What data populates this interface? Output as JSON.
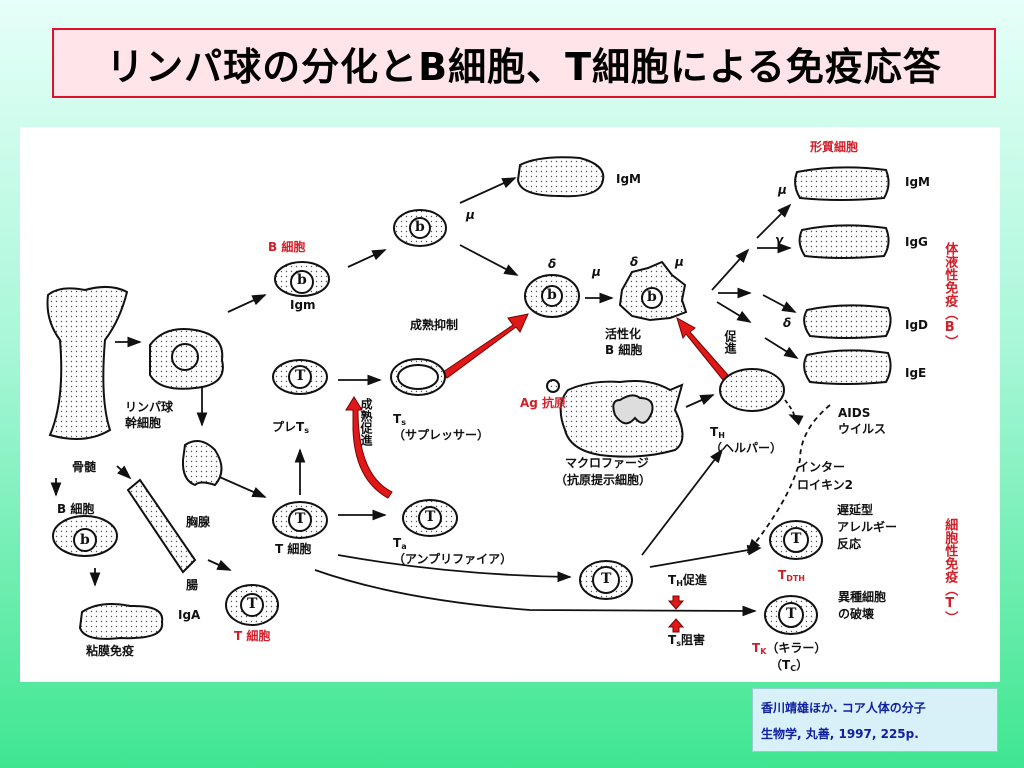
{
  "title": "リンパ球の分化とB細胞、T細胞による免疫応答",
  "diagram": {
    "bone_marrow": "骨髄",
    "stem_cell": [
      "リンパ球",
      "幹細胞"
    ],
    "b_cell_left": "B 細胞",
    "mucosal_immunity": "粘膜免疫",
    "intestine": "腸",
    "iga": "IgA",
    "thymus": "胸腺",
    "t_cell_red": "T 細胞",
    "b_cell_red": "B 細胞",
    "igm_small": "Igm",
    "igm_top": "IgM",
    "maturation_inhibition": "成熟抑制",
    "maturation_promotion": "成熟促進",
    "pre_ts": {
      "main": "プレT",
      "sub": "s"
    },
    "ts": {
      "main": "T",
      "sub": "s",
      "name": "（サプレッサー）"
    },
    "t_cell": "T 細胞",
    "ta": {
      "main": "T",
      "sub": "a",
      "name": "（アンプリファイア）"
    },
    "activated_b": [
      "活性化",
      "B 細胞"
    ],
    "promotion": "促進",
    "antigen": "Ag 抗原",
    "macrophage": [
      "マクロファージ",
      "（抗原提示細胞）"
    ],
    "th": {
      "main": "T",
      "sub": "H",
      "name": "（ヘルパー）"
    },
    "aids": [
      "AIDS",
      "ウイルス"
    ],
    "interleukin": [
      "インター",
      "ロイキン2"
    ],
    "th_promotion": {
      "main": "T",
      "sub": "H",
      "rest": "促進"
    },
    "ts_inhibition": {
      "main": "T",
      "sub": "s",
      "rest": "阻害"
    },
    "delayed_allergy": [
      "遅延型",
      "アレルギー",
      "反応"
    ],
    "tdth": {
      "main": "T",
      "sub": "DTH"
    },
    "foreign_cell_destruction": [
      "異種細胞",
      "の破壊"
    ],
    "tk": {
      "main": "T",
      "sub": "K",
      "rest": "（キラー）"
    },
    "tc": {
      "open": "（T",
      "sub": "C",
      "close": "）"
    },
    "plasma_cell": "形質細胞",
    "plasma_igs": [
      "IgM",
      "IgG",
      "IgD",
      "IgE"
    ],
    "heavy_chains": [
      "μ",
      "γ",
      "δ"
    ],
    "humoral": "体液性免疫（B）",
    "cellular": "細胞性免疫（T）",
    "cell_letters": {
      "b": "b",
      "t": "T"
    },
    "greek": {
      "mu": "μ",
      "delta": "δ"
    }
  },
  "citation": [
    "香川靖雄ほか. コア人体の分子",
    "生物学, 丸善, 1997, 225p."
  ],
  "colors": {
    "accent_red": "#d0202a",
    "title_border": "#e0102a",
    "citation_text": "#1020a0"
  }
}
